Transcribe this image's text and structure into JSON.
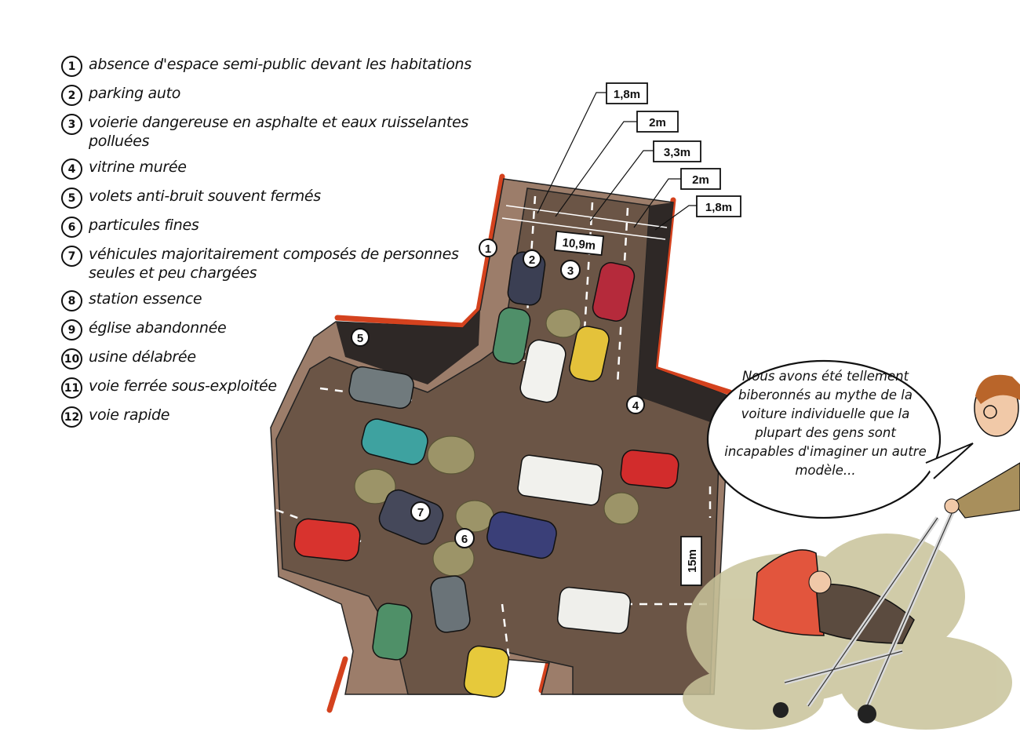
{
  "legend": [
    {
      "num": "1",
      "text": "absence d'espace semi-public devant les habitations"
    },
    {
      "num": "2",
      "text": "parking auto"
    },
    {
      "num": "3",
      "text": "voierie dangereuse en asphalte et eaux ruisselantes polluées"
    },
    {
      "num": "4",
      "text": "vitrine murée"
    },
    {
      "num": "5",
      "text": "volets anti-bruit souvent fermés"
    },
    {
      "num": "6",
      "text": "particules fines"
    },
    {
      "num": "7",
      "text": "véhicules majoritairement composés de personnes seules et peu chargées"
    },
    {
      "num": "8",
      "text": "station essence"
    },
    {
      "num": "9",
      "text": "église abandonnée"
    },
    {
      "num": "10",
      "text": "usine délabrée"
    },
    {
      "num": "11",
      "text": "voie ferrée sous-exploitée"
    },
    {
      "num": "12",
      "text": "voie rapide"
    }
  ],
  "dimensions": {
    "d1": "1,8m",
    "d2": "2m",
    "d3": "3,3m",
    "d4": "2m",
    "d5": "1,8m",
    "total": "10,9m",
    "cross": "15m"
  },
  "markers": {
    "m1": "1",
    "m2": "2",
    "m3": "3",
    "m4": "4",
    "m5": "5",
    "m6": "6",
    "m7": "7"
  },
  "speech_bubble": "Nous avons été tellement biberonnés au mythe de la voiture individuelle que la plupart des gens sont incapables d'imaginer un autre modèle...",
  "colors": {
    "road": "#6b5546",
    "sidewalk": "#9c7d6a",
    "building_edge": "#d4421e",
    "curb_dark": "#2e2826",
    "pollution": "#9c9468"
  }
}
